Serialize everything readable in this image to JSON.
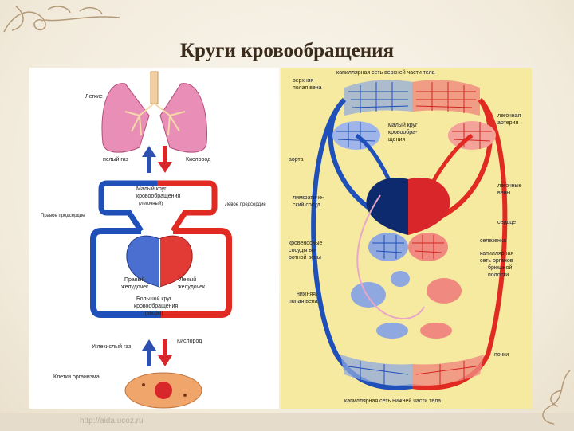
{
  "slide": {
    "title": "Круги кровообращения",
    "watermark": "http://aida.ucoz.ru"
  },
  "left_diagram": {
    "lungs": "Легкие",
    "co2_top": "ислый газ",
    "o2_top": "Кислород",
    "small_circle_1": "Малый круг",
    "small_circle_2": "кровообращения",
    "small_circle_3": "(легочный)",
    "right_atrium": "Правое предсердие",
    "left_atrium": "Левое предсердие",
    "right_ventricle_1": "Правый",
    "right_ventricle_2": "желудочек",
    "left_ventricle_1": "Левый",
    "left_ventricle_2": "желудочек",
    "big_circle_1": "Большой круг",
    "big_circle_2": "кровообращения",
    "big_circle_3": "(общий)",
    "co2_bottom": "Углекислый газ",
    "o2_bottom": "Кислород",
    "cells": "Клетки организма"
  },
  "right_diagram": {
    "upper_capillary": "капиллярная сеть верхней части тела",
    "svc_1": "верхняя",
    "svc_2": "полая вена",
    "small_circle_1": "малый круг",
    "small_circle_2": "кровообра-",
    "small_circle_3": "щения",
    "pulm_artery_1": "легочная",
    "pulm_artery_2": "артерия",
    "aorta": "аорта",
    "pulm_veins_1": "легочные",
    "pulm_veins_2": "вены",
    "lymph_1": "лимфатиче-",
    "lymph_2": "ский сосуд",
    "heart": "сердце",
    "spleen": "селезенка",
    "portal_1": "кровеносные",
    "portal_2": "сосуды во-",
    "portal_3": "ротной вены",
    "abd_cap_1": "капиллярная",
    "abd_cap_2": "сеть органов",
    "abd_cap_3": "брюшной",
    "abd_cap_4": "полости",
    "ivc_1": "нижняя",
    "ivc_2": "полая вена",
    "kidneys": "почки",
    "lower_capillary": "капиллярная сеть нижней части тела"
  },
  "colors": {
    "arterial": "#e02a22",
    "venous": "#1f4fb8",
    "lung": "#e98fb7",
    "background": "#f3ecdf",
    "right_panel": "#f6e9a0",
    "title": "#3a2a1a"
  }
}
